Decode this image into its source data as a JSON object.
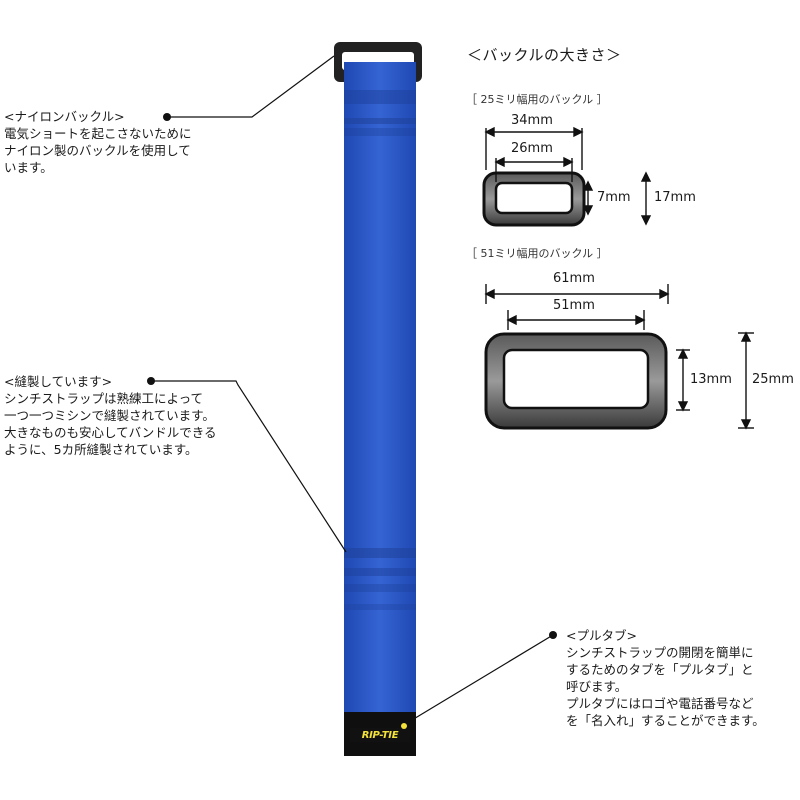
{
  "buckle_section": {
    "title": "＜バックルの大きさ＞",
    "small": {
      "label": "［ 25ミリ幅用のバックル ］",
      "outer_width": "34mm",
      "inner_width": "26mm",
      "inner_height": "7mm",
      "outer_height": "17mm"
    },
    "large": {
      "label": "［ 51ミリ幅用のバックル ］",
      "outer_width": "61mm",
      "inner_width": "51mm",
      "inner_height": "13mm",
      "outer_height": "25mm"
    }
  },
  "callouts": {
    "nylon_buckle": {
      "title": "<ナイロンバックル>",
      "lines": [
        "電気ショートを起こさないために",
        "ナイロン製のバックルを使用して",
        "います。"
      ]
    },
    "sewn": {
      "title": "<縫製しています>",
      "lines": [
        "シンチストラップは熟練工によって",
        "一つ一つミシンで縫製されています。",
        "大きなものも安心してバンドルできる",
        "ように、5カ所縫製されています。"
      ]
    },
    "pull_tab": {
      "title": "<プルタブ>",
      "lines": [
        "シンチストラップの開閉を簡単に",
        "するためのタブを「プルタブ」と",
        "呼びます。",
        "プルタブにはロゴや電話番号など",
        "を「名入れ」することができます。"
      ]
    }
  },
  "strap": {
    "logo_text": "RIP-TIE",
    "colors": {
      "strap": "#2c57c4",
      "strap_dark": "#1d3f96",
      "buckle": "#2a2a2a",
      "tab": "#111111",
      "logo": "#f3e23a"
    }
  }
}
